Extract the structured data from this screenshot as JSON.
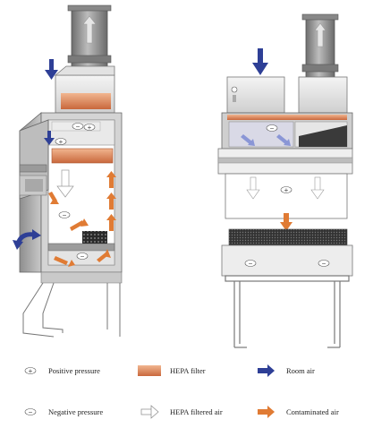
{
  "legend": {
    "positive_pressure": "Positive pressure",
    "negative_pressure": "Negative pressure",
    "hepa_filter": "HEPA filter",
    "hepa_filtered_air": "HEPA filtered air",
    "room_air": "Room air",
    "contaminated_air": "Contaminated air"
  },
  "symbols": {
    "plus": "+",
    "minus": "−"
  },
  "colors": {
    "room_air": "#2e3f96",
    "contaminated_air": "#e07b34",
    "hepa_filter": "#d9825a",
    "cabinet_gray": "#b9b9b9",
    "pressure_light": "#8a96d6"
  }
}
